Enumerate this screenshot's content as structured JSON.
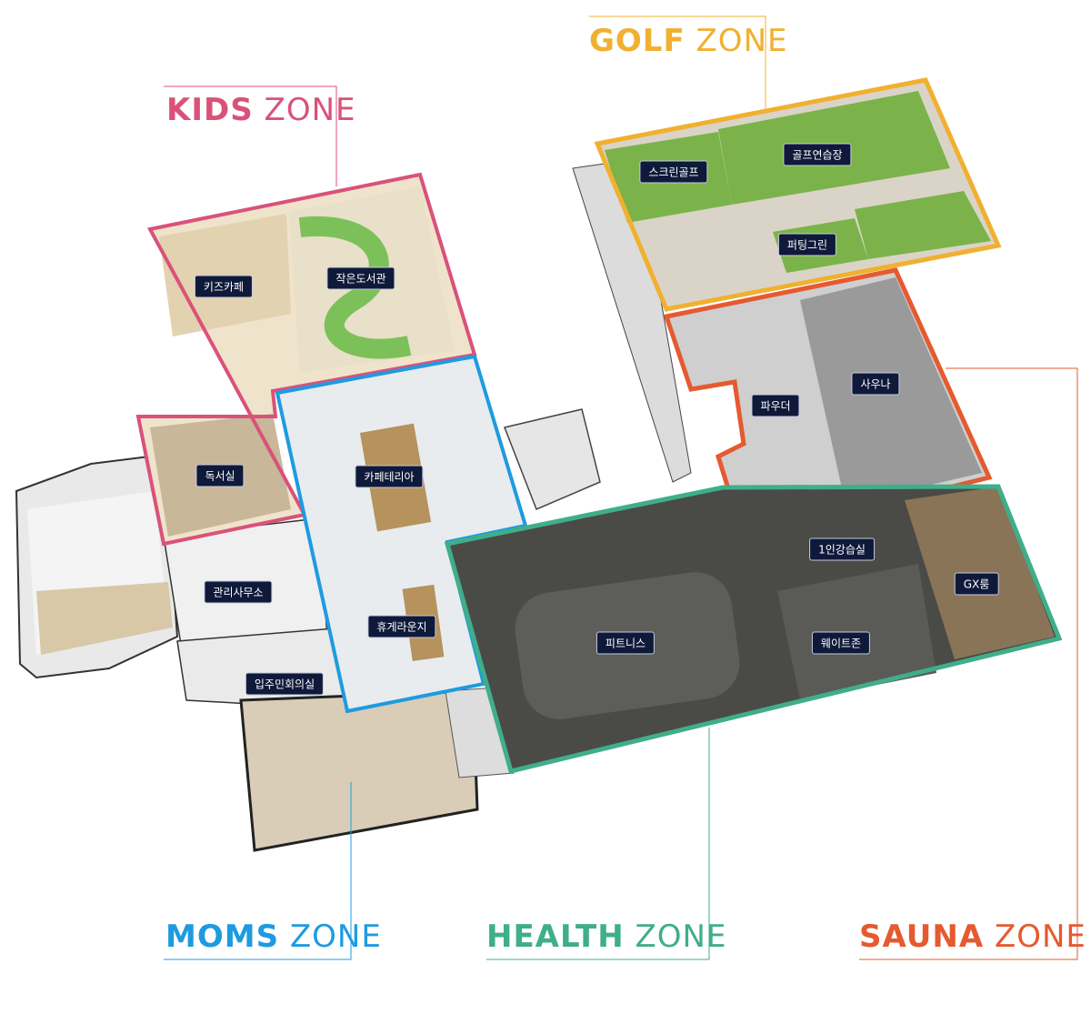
{
  "zones": [
    {
      "key": "kids",
      "bold": "KIDS",
      "rest": " ZONE",
      "color": "#d9527a"
    },
    {
      "key": "golf",
      "bold": "GOLF",
      "rest": " ZONE",
      "color": "#f0b030"
    },
    {
      "key": "moms",
      "bold": "MOMS",
      "rest": " ZONE",
      "color": "#1e9be0"
    },
    {
      "key": "health",
      "bold": "HEALTH",
      "rest": " ZONE",
      "color": "#3fae8a"
    },
    {
      "key": "sauna",
      "bold": "SAUNA",
      "rest": " ZONE",
      "color": "#e55a30"
    }
  ],
  "rooms": {
    "kids_cafe": "키즈카페",
    "small_library": "작은도서관",
    "reading_room": "독서실",
    "management_office": "관리사무소",
    "residents_meeting": "입주민회의실",
    "cafeteria": "카페테리아",
    "lounge": "휴게라운지",
    "screen_golf": "스크린골프",
    "golf_practice": "골프연습장",
    "putting_green": "퍼팅그린",
    "sauna": "사우나",
    "powder": "파우더",
    "study_room": "1인강습실",
    "gx_room": "GX룸",
    "fitness": "피트니스",
    "weight_zone": "웨이트존"
  }
}
